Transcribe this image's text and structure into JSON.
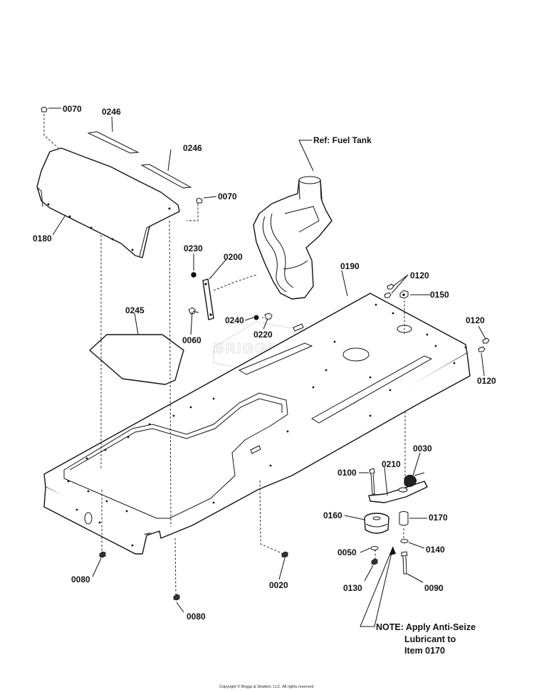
{
  "parts": {
    "p0070a": "0070",
    "p0246a": "0246",
    "p0246b": "0246",
    "p0070b": "0070",
    "p0180": "0180",
    "p0230": "0230",
    "p0200": "0200",
    "p0245": "0245",
    "p0060": "0060",
    "p0240": "0240",
    "p0220": "0220",
    "p0190": "0190",
    "p0120a": "0120",
    "p0150": "0150",
    "p0120b": "0120",
    "p0120c": "0120",
    "p0100": "0100",
    "p0210": "0210",
    "p0030": "0030",
    "p0160": "0160",
    "p0170": "0170",
    "p0050": "0050",
    "p0140": "0140",
    "p0130": "0130",
    "p0090": "0090",
    "p0080a": "0080",
    "p0020": "0020",
    "p0080b": "0080"
  },
  "ref_fuel_tank": "Ref: Fuel Tank",
  "note": {
    "line1": "NOTE: Apply Anti-Seize",
    "line2": "Lubricant to",
    "line3": "Item 0170"
  },
  "copyright": "Copyright © Briggs & Stratton, LLC. All rights reserved."
}
